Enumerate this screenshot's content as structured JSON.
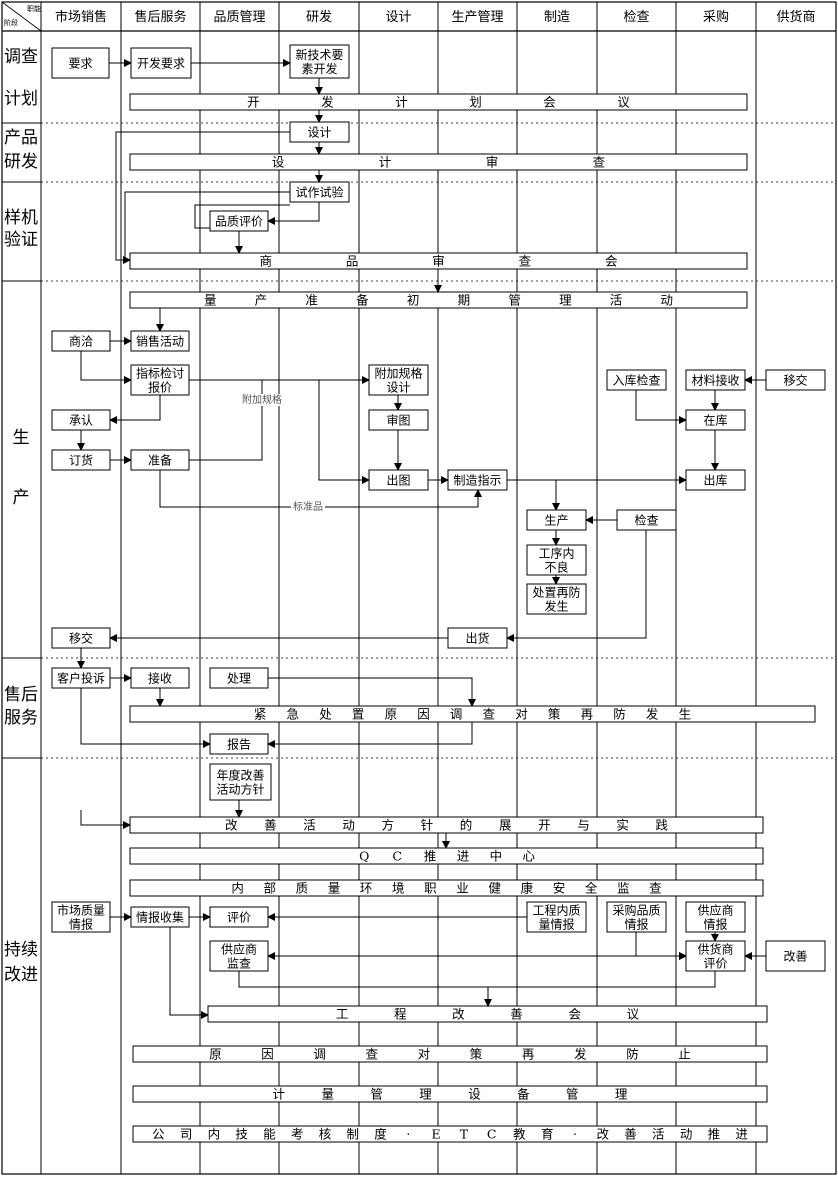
{
  "corner": {
    "top": "职能",
    "bottom": "阶段"
  },
  "columns": [
    "市场销售",
    "售后服务",
    "品质管理",
    "研发",
    "设计",
    "生产管理",
    "制造",
    "检查",
    "采购",
    "供货商"
  ],
  "stages": [
    {
      "id": "survey",
      "lines": [
        "调查",
        "计划"
      ]
    },
    {
      "id": "dev",
      "lines": [
        "产品",
        "研发"
      ]
    },
    {
      "id": "proto",
      "lines": [
        "样机",
        "验证"
      ]
    },
    {
      "id": "prod",
      "lines": [
        "生",
        "产"
      ]
    },
    {
      "id": "after",
      "lines": [
        "售后",
        "服务"
      ]
    },
    {
      "id": "improve",
      "lines": [
        "持续",
        "改进"
      ]
    }
  ],
  "boxes": {
    "req": [
      "要求"
    ],
    "dev_req": [
      "开发要求"
    ],
    "new_tech": [
      "新技术要",
      "素开发"
    ],
    "design": [
      "设计"
    ],
    "trial": [
      "试作试验"
    ],
    "qa_eval": [
      "品质评价"
    ],
    "negotiate": [
      "商洽"
    ],
    "sales": [
      "销售活动"
    ],
    "quote": [
      "指标检讨",
      "报价"
    ],
    "add_spec": [
      "附加规格",
      "设计"
    ],
    "in_inspect": [
      "入库检查"
    ],
    "mat_recv": [
      "材料接收"
    ],
    "transfer_sup": [
      "移交"
    ],
    "approve": [
      "承认"
    ],
    "review_dwg": [
      "审图"
    ],
    "stock": [
      "在库"
    ],
    "order": [
      "订货"
    ],
    "prepare": [
      "准备"
    ],
    "drawing": [
      "出图"
    ],
    "mfg_order": [
      "制造指示"
    ],
    "outbound": [
      "出库"
    ],
    "production": [
      "生产"
    ],
    "inspect": [
      "检查"
    ],
    "defect": [
      "工序内",
      "不良"
    ],
    "prevent": [
      "处置再防",
      "发生"
    ],
    "transfer": [
      "移交"
    ],
    "ship": [
      "出货"
    ],
    "complaint": [
      "客户投诉"
    ],
    "receive": [
      "接收"
    ],
    "handle": [
      "处理"
    ],
    "report": [
      "报告"
    ],
    "annual": [
      "年度改善",
      "活动方针"
    ],
    "mkt_info": [
      "市场质量",
      "情报"
    ],
    "info_collect": [
      "情报收集"
    ],
    "evaluate": [
      "评价"
    ],
    "proc_info": [
      "工程内质",
      "量情报"
    ],
    "purch_info": [
      "采购品质",
      "情报"
    ],
    "sup_info": [
      "供应商",
      "情报"
    ],
    "sup_audit": [
      "供应商",
      "监查"
    ],
    "sup_eval": [
      "供货商",
      "评价"
    ],
    "improve_box": [
      "改善"
    ]
  },
  "bars": {
    "dev_meeting": "开发计划会议",
    "design_review": "设计审查",
    "product_review": "商品审查会",
    "mass_prep": "量产准备初期管理活动",
    "emergency": "紧急处置原因调查对策再防发生",
    "policy": "改善活动方针的展开与实践",
    "qc": "QC推进中心",
    "audit": "内部质量环境职业健康安全监查",
    "eng_meeting": "工程改善会议",
    "root_cause": "原因调查对策再发防止",
    "metrology": "计量管理设备管理",
    "company": "公司内技能考核制度·ETC教育·改善活动推进"
  },
  "notes": {
    "extra_spec": "附加规格",
    "standard": "标准品"
  }
}
